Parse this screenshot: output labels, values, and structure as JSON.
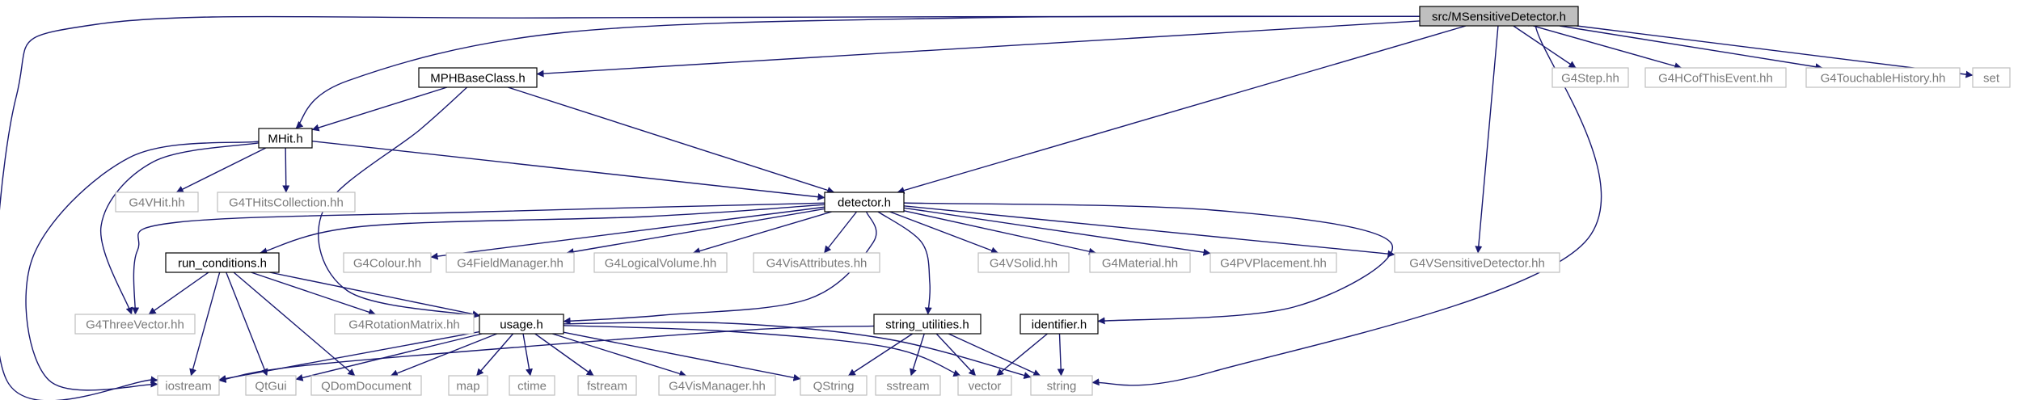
{
  "nodes": [
    {
      "id": "root",
      "label": "src/MSensitiveDetector.h",
      "kind": "root"
    },
    {
      "id": "mphbase",
      "label": "MPHBaseClass.h",
      "kind": "linked"
    },
    {
      "id": "mhit",
      "label": "MHit.h",
      "kind": "linked"
    },
    {
      "id": "detector",
      "label": "detector.h",
      "kind": "linked"
    },
    {
      "id": "runcond",
      "label": "run_conditions.h",
      "kind": "linked"
    },
    {
      "id": "usage",
      "label": "usage.h",
      "kind": "linked"
    },
    {
      "id": "strutil",
      "label": "string_utilities.h",
      "kind": "linked"
    },
    {
      "id": "identifier",
      "label": "identifier.h",
      "kind": "linked"
    },
    {
      "id": "g4step",
      "label": "G4Step.hh",
      "kind": "ext"
    },
    {
      "id": "g4hcof",
      "label": "G4HCofThisEvent.hh",
      "kind": "ext"
    },
    {
      "id": "g4touch",
      "label": "G4TouchableHistory.hh",
      "kind": "ext"
    },
    {
      "id": "set",
      "label": "set",
      "kind": "ext"
    },
    {
      "id": "g4vhit",
      "label": "G4VHit.hh",
      "kind": "ext"
    },
    {
      "id": "g4thits",
      "label": "G4THitsCollection.hh",
      "kind": "ext"
    },
    {
      "id": "g4colour",
      "label": "G4Colour.hh",
      "kind": "ext"
    },
    {
      "id": "g4field",
      "label": "G4FieldManager.hh",
      "kind": "ext"
    },
    {
      "id": "g4logvol",
      "label": "G4LogicalVolume.hh",
      "kind": "ext"
    },
    {
      "id": "g4visattr",
      "label": "G4VisAttributes.hh",
      "kind": "ext"
    },
    {
      "id": "g4vsolid",
      "label": "G4VSolid.hh",
      "kind": "ext"
    },
    {
      "id": "g4material",
      "label": "G4Material.hh",
      "kind": "ext"
    },
    {
      "id": "g4pvplace",
      "label": "G4PVPlacement.hh",
      "kind": "ext"
    },
    {
      "id": "g4vsens",
      "label": "G4VSensitiveDetector.hh",
      "kind": "ext"
    },
    {
      "id": "g4three",
      "label": "G4ThreeVector.hh",
      "kind": "ext"
    },
    {
      "id": "g4rotmat",
      "label": "G4RotationMatrix.hh",
      "kind": "ext"
    },
    {
      "id": "iostream",
      "label": "iostream",
      "kind": "ext"
    },
    {
      "id": "qtgui",
      "label": "QtGui",
      "kind": "ext"
    },
    {
      "id": "qdom",
      "label": "QDomDocument",
      "kind": "ext"
    },
    {
      "id": "map",
      "label": "map",
      "kind": "ext"
    },
    {
      "id": "ctime",
      "label": "ctime",
      "kind": "ext"
    },
    {
      "id": "fstream",
      "label": "fstream",
      "kind": "ext"
    },
    {
      "id": "g4vismgr",
      "label": "G4VisManager.hh",
      "kind": "ext"
    },
    {
      "id": "qstring",
      "label": "QString",
      "kind": "ext"
    },
    {
      "id": "sstream",
      "label": "sstream",
      "kind": "ext"
    },
    {
      "id": "vector",
      "label": "vector",
      "kind": "ext"
    },
    {
      "id": "string",
      "label": "string",
      "kind": "ext"
    }
  ],
  "edges": [
    [
      "root",
      "mhit"
    ],
    [
      "root",
      "mphbase"
    ],
    [
      "root",
      "detector"
    ],
    [
      "root",
      "g4step"
    ],
    [
      "root",
      "g4hcof"
    ],
    [
      "root",
      "g4touch"
    ],
    [
      "root",
      "set"
    ],
    [
      "root",
      "g4vsens"
    ],
    [
      "root",
      "iostream"
    ],
    [
      "root",
      "string"
    ],
    [
      "mphbase",
      "mhit"
    ],
    [
      "mphbase",
      "detector"
    ],
    [
      "mphbase",
      "usage"
    ],
    [
      "mhit",
      "g4vhit"
    ],
    [
      "mhit",
      "g4thits"
    ],
    [
      "mhit",
      "detector"
    ],
    [
      "mhit",
      "g4three"
    ],
    [
      "mhit",
      "iostream"
    ],
    [
      "detector",
      "g4colour"
    ],
    [
      "detector",
      "g4field"
    ],
    [
      "detector",
      "g4logvol"
    ],
    [
      "detector",
      "g4visattr"
    ],
    [
      "detector",
      "g4vsolid"
    ],
    [
      "detector",
      "g4material"
    ],
    [
      "detector",
      "g4pvplace"
    ],
    [
      "detector",
      "g4vsens"
    ],
    [
      "detector",
      "runcond"
    ],
    [
      "detector",
      "g4three"
    ],
    [
      "detector",
      "usage"
    ],
    [
      "detector",
      "strutil"
    ],
    [
      "detector",
      "identifier"
    ],
    [
      "runcond",
      "g4three"
    ],
    [
      "runcond",
      "g4rotmat"
    ],
    [
      "runcond",
      "usage"
    ],
    [
      "runcond",
      "iostream"
    ],
    [
      "runcond",
      "qtgui"
    ],
    [
      "runcond",
      "qdom"
    ],
    [
      "usage",
      "iostream"
    ],
    [
      "usage",
      "qtgui"
    ],
    [
      "usage",
      "qdom"
    ],
    [
      "usage",
      "map"
    ],
    [
      "usage",
      "ctime"
    ],
    [
      "usage",
      "fstream"
    ],
    [
      "usage",
      "g4vismgr"
    ],
    [
      "usage",
      "qstring"
    ],
    [
      "usage",
      "vector"
    ],
    [
      "usage",
      "string"
    ],
    [
      "strutil",
      "iostream"
    ],
    [
      "strutil",
      "qstring"
    ],
    [
      "strutil",
      "sstream"
    ],
    [
      "strutil",
      "vector"
    ],
    [
      "strutil",
      "string"
    ],
    [
      "identifier",
      "vector"
    ],
    [
      "identifier",
      "string"
    ]
  ]
}
